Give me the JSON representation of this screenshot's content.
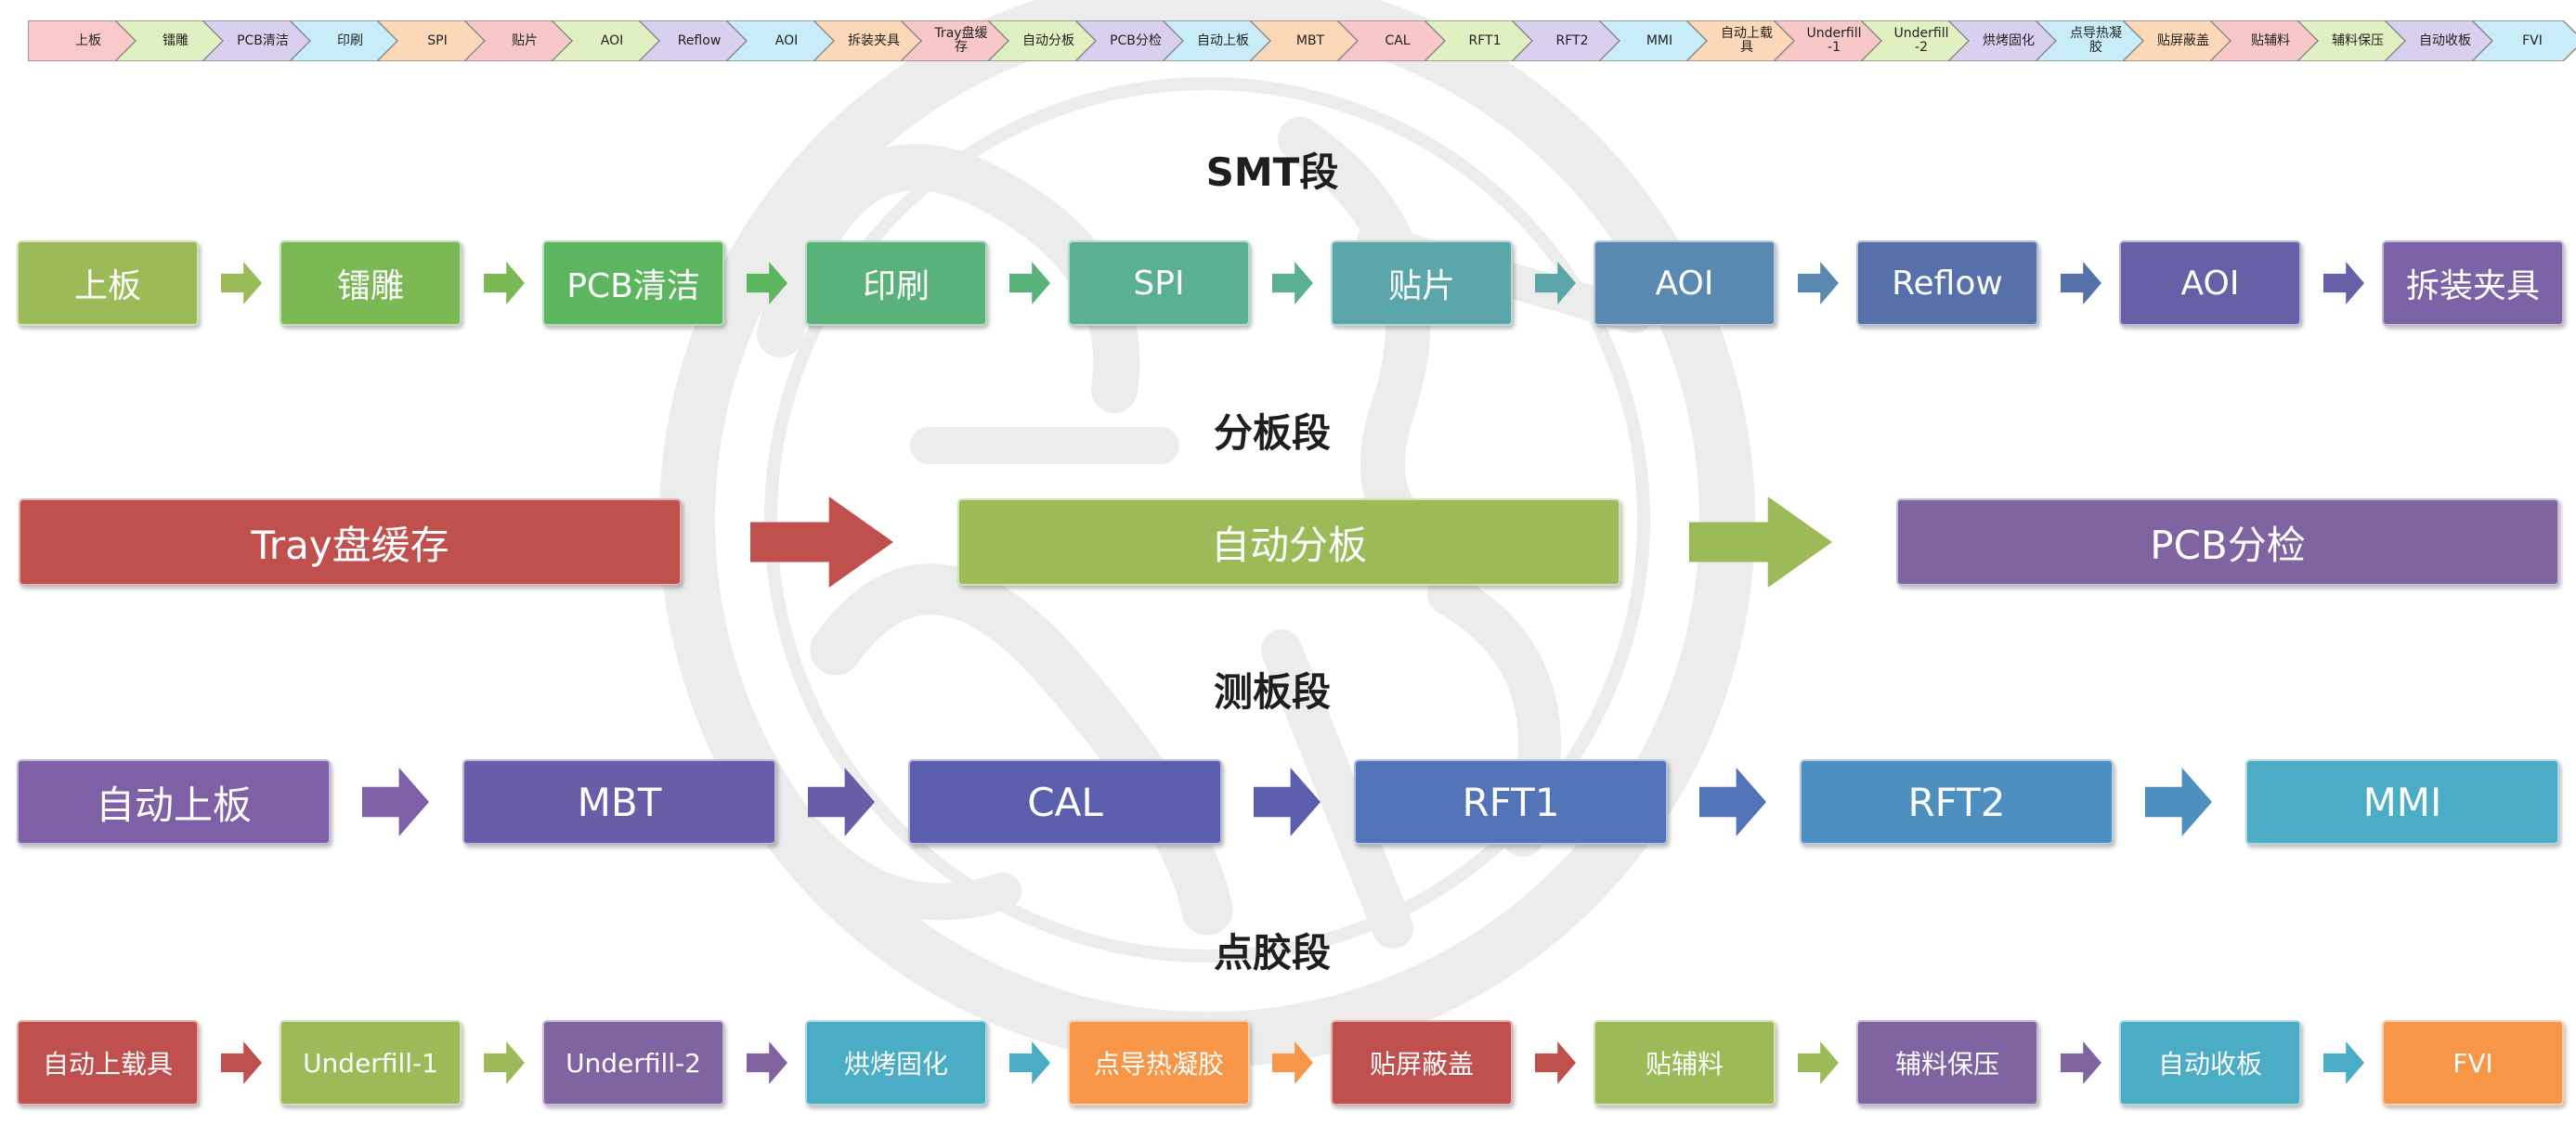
{
  "colors": {
    "seal": "#ececec",
    "chevron_fills": [
      "#f9c8c8",
      "#e0f0c0",
      "#d8d0ee",
      "#c8ecf8",
      "#fcd8b8",
      "#f8c8c8",
      "#e0f0c0",
      "#d8d0ee",
      "#c8ecf8",
      "#fcd8b8",
      "#f8c8c8",
      "#e0f0c0",
      "#d8d0ee",
      "#c8ecf8",
      "#fcd8b8",
      "#f8c8c8",
      "#e0f0c0",
      "#d8d0ee",
      "#c8ecf8",
      "#fcd8b8",
      "#f8c8c8",
      "#e0f0c0",
      "#d8d0ee",
      "#c8ecf8",
      "#fcd8b8",
      "#f8c8c8",
      "#e0f0c0",
      "#d8d0ee",
      "#c8ecf8",
      "#fcd8b8"
    ]
  },
  "top_strip": [
    "上板",
    "镭雕",
    "PCB清洁",
    "印刷",
    "SPI",
    "贴片",
    "AOI",
    "Reflow",
    "AOI",
    "拆装夹具",
    "Tray盘缓存",
    "自动分板",
    "PCB分检",
    "自动上板",
    "MBT",
    "CAL",
    "RFT1",
    "RFT2",
    "MMI",
    "自动上载具",
    "Underfill-1",
    "Underfill-2",
    "烘烤固化",
    "点导热凝胶",
    "贴屏蔽盖",
    "贴辅料",
    "辅料保压",
    "自动收板",
    "FVI"
  ],
  "sections": {
    "smt": {
      "title": "SMT段",
      "steps": [
        {
          "label": "上板",
          "color": "#9bbb59"
        },
        {
          "label": "镭雕",
          "color": "#7ab954"
        },
        {
          "label": "PCB清洁",
          "color": "#5cb660"
        },
        {
          "label": "印刷",
          "color": "#58b27a"
        },
        {
          "label": "SPI",
          "color": "#5aaf95"
        },
        {
          "label": "贴片",
          "color": "#5aa6aa"
        },
        {
          "label": "AOI",
          "color": "#5989b0"
        },
        {
          "label": "Reflow",
          "color": "#5671aa"
        },
        {
          "label": "AOI",
          "color": "#6660a8"
        },
        {
          "label": "拆装夹具",
          "color": "#7c62a6"
        }
      ]
    },
    "split": {
      "title": "分板段",
      "steps": [
        {
          "label": "Tray盘缓存",
          "color": "#c0504d"
        },
        {
          "label": "自动分板",
          "color": "#9bbb59"
        },
        {
          "label": "PCB分检",
          "color": "#8064a2"
        }
      ]
    },
    "test": {
      "title": "测板段",
      "steps": [
        {
          "label": "自动上板",
          "color": "#7d60a5"
        },
        {
          "label": "MBT",
          "color": "#6a5ca8"
        },
        {
          "label": "CAL",
          "color": "#5a5ead"
        },
        {
          "label": "RFT1",
          "color": "#5373b8"
        },
        {
          "label": "RFT2",
          "color": "#4e8fc2"
        },
        {
          "label": "MMI",
          "color": "#4bacc6"
        }
      ]
    },
    "glue": {
      "title": "点胶段",
      "steps": [
        {
          "label": "自动上载具",
          "color": "#c0504d"
        },
        {
          "label": "Underfill-1",
          "color": "#9bbb59"
        },
        {
          "label": "Underfill-2",
          "color": "#8064a2"
        },
        {
          "label": "烘烤固化",
          "color": "#4bacc6"
        },
        {
          "label": "点导热凝胶",
          "color": "#f79646"
        },
        {
          "label": "贴屏蔽盖",
          "color": "#c0504d"
        },
        {
          "label": "贴辅料",
          "color": "#9bbb59"
        },
        {
          "label": "辅料保压",
          "color": "#8064a2"
        },
        {
          "label": "自动收板",
          "color": "#4bacc6"
        },
        {
          "label": "FVI",
          "color": "#f79646"
        }
      ]
    }
  }
}
